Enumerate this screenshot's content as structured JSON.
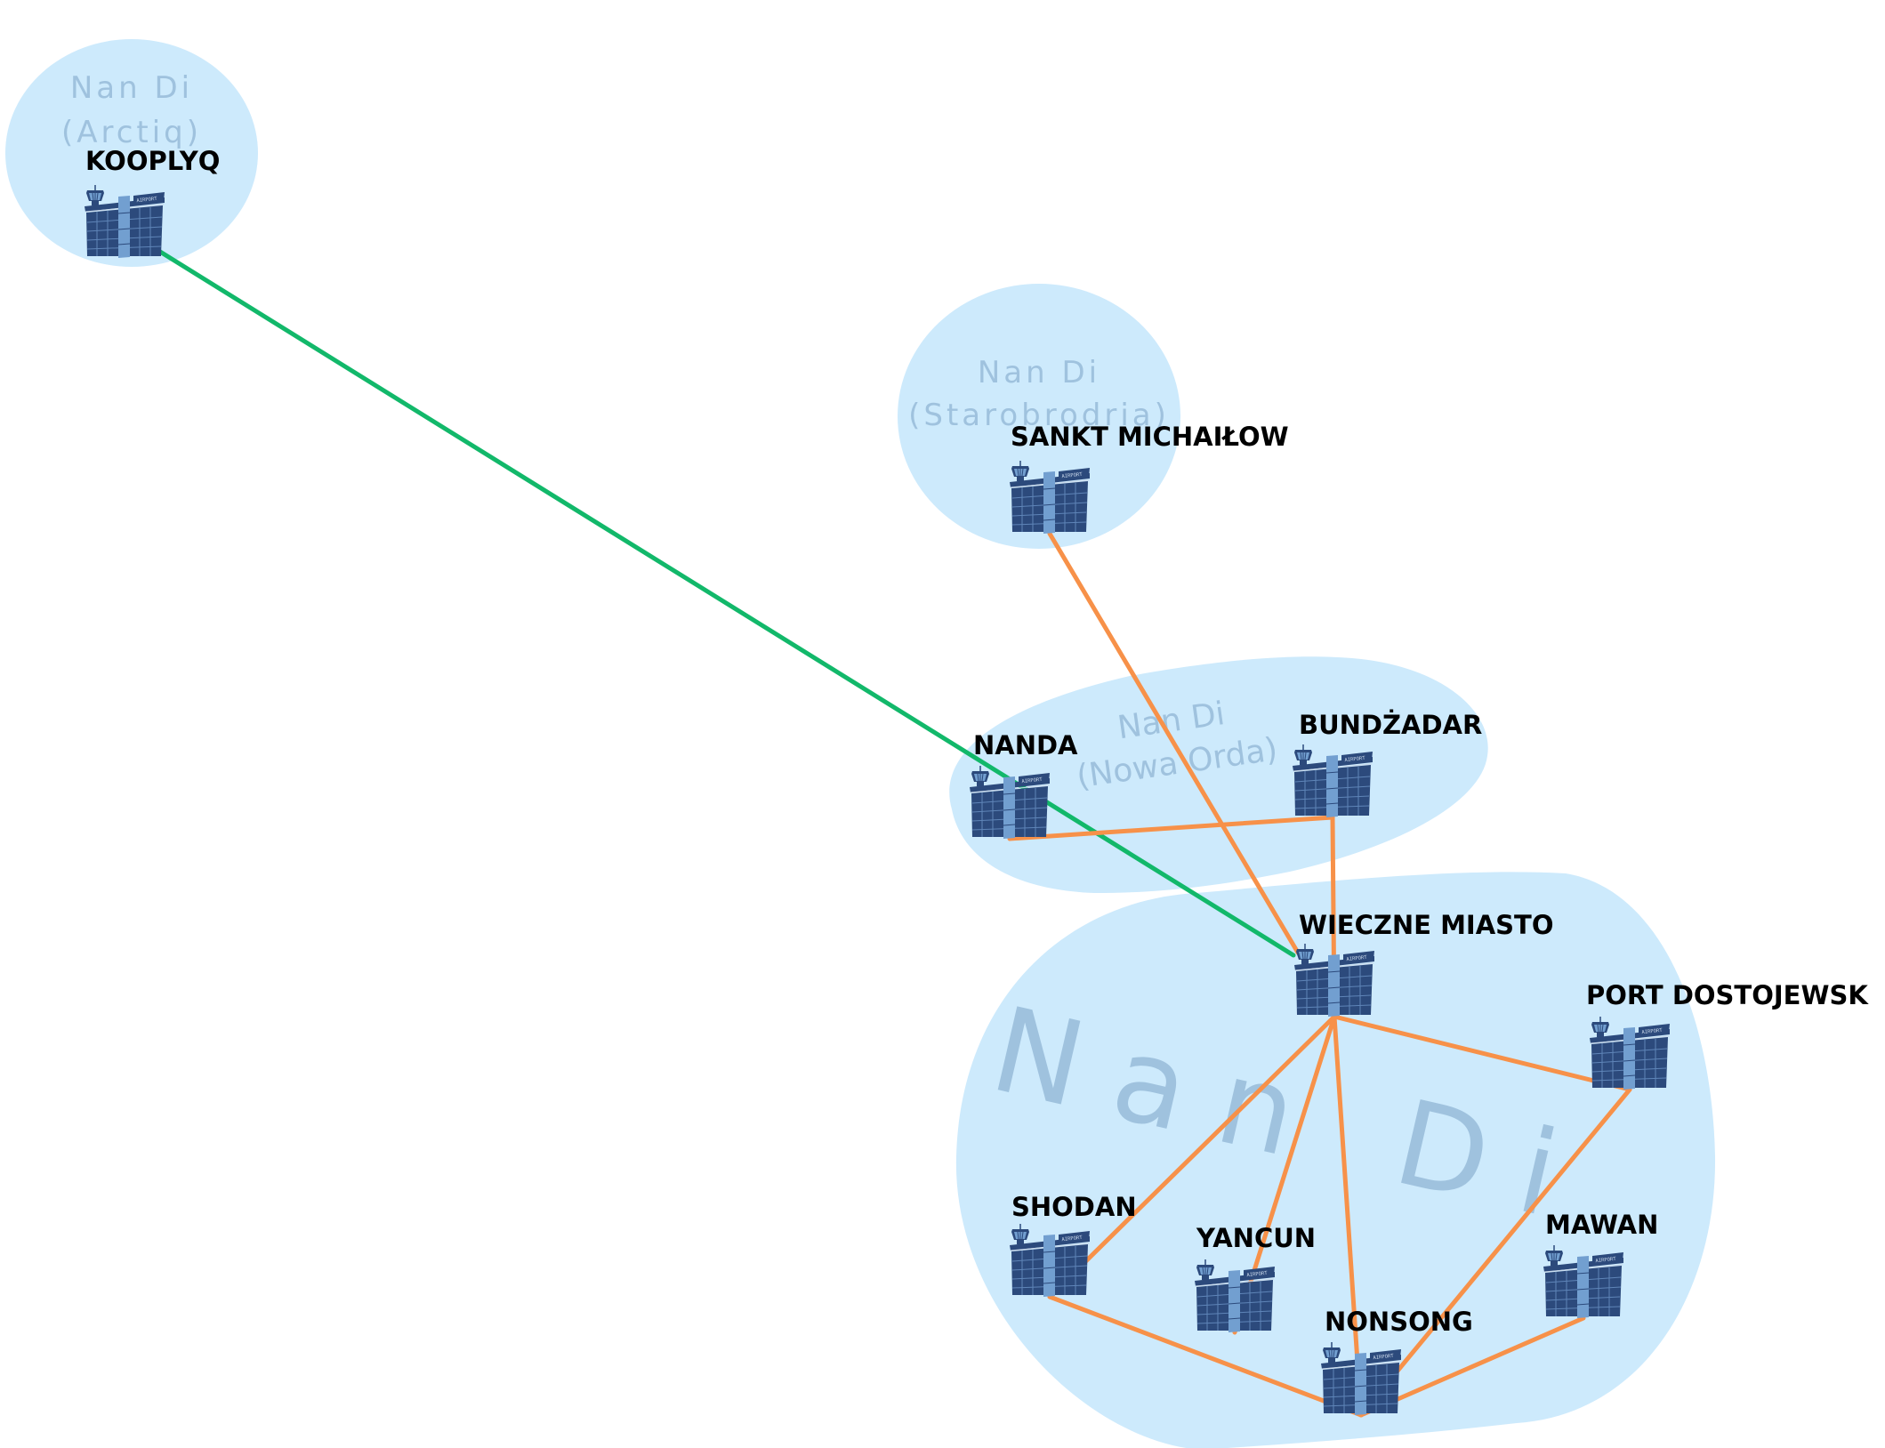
{
  "colors": {
    "region_fill": "#cdeafc",
    "region_label": "#9fc2de",
    "route_domestic": "#f79149",
    "route_international": "#12b86a",
    "airport_dark": "#2c4a7c",
    "airport_light": "#729fd0"
  },
  "regions": [
    {
      "id": "arctiq",
      "name": "Nan Di",
      "subtitle": "(Arctiq)"
    },
    {
      "id": "starobrodria",
      "name": "Nan Di",
      "subtitle": "(Starobrodria)"
    },
    {
      "id": "nowa-orda",
      "name": "Nan Di",
      "subtitle": "(Nowa Orda)"
    },
    {
      "id": "main",
      "name": "Nan Di",
      "subtitle": ""
    }
  ],
  "airports": [
    {
      "id": "kooplyq",
      "label": "KOOPLYQ",
      "region": "arctiq"
    },
    {
      "id": "sankt-michailow",
      "label": "SANKT MICHAIŁOW",
      "region": "starobrodria"
    },
    {
      "id": "nanda",
      "label": "NANDA",
      "region": "nowa-orda"
    },
    {
      "id": "bundzadar",
      "label": "BUNDŻADAR",
      "region": "nowa-orda"
    },
    {
      "id": "wieczne-miasto",
      "label": "WIECZNE MIASTO",
      "region": "main"
    },
    {
      "id": "port-dostojewsk",
      "label": "PORT DOSTOJEWSK",
      "region": "main"
    },
    {
      "id": "shodan",
      "label": "SHODAN",
      "region": "main"
    },
    {
      "id": "yancun",
      "label": "YANCUN",
      "region": "main"
    },
    {
      "id": "nonsong",
      "label": "NONSONG",
      "region": "main"
    },
    {
      "id": "mawan",
      "label": "MAWAN",
      "region": "main"
    }
  ],
  "icon_sign_text": "AIRPORT",
  "routes": [
    {
      "from": "kooplyq",
      "to": "wieczne-miasto",
      "type": "international"
    },
    {
      "from": "sankt-michailow",
      "to": "wieczne-miasto",
      "type": "domestic"
    },
    {
      "from": "nanda",
      "to": "bundzadar",
      "type": "domestic"
    },
    {
      "from": "bundzadar",
      "to": "wieczne-miasto",
      "type": "domestic"
    },
    {
      "from": "wieczne-miasto",
      "to": "port-dostojewsk",
      "type": "domestic"
    },
    {
      "from": "wieczne-miasto",
      "to": "shodan",
      "type": "domestic"
    },
    {
      "from": "wieczne-miasto",
      "to": "yancun",
      "type": "domestic"
    },
    {
      "from": "wieczne-miasto",
      "to": "nonsong",
      "type": "domestic"
    },
    {
      "from": "port-dostojewsk",
      "to": "nonsong",
      "type": "domestic"
    },
    {
      "from": "shodan",
      "to": "nonsong",
      "type": "domestic"
    },
    {
      "from": "mawan",
      "to": "nonsong",
      "type": "domestic"
    }
  ]
}
